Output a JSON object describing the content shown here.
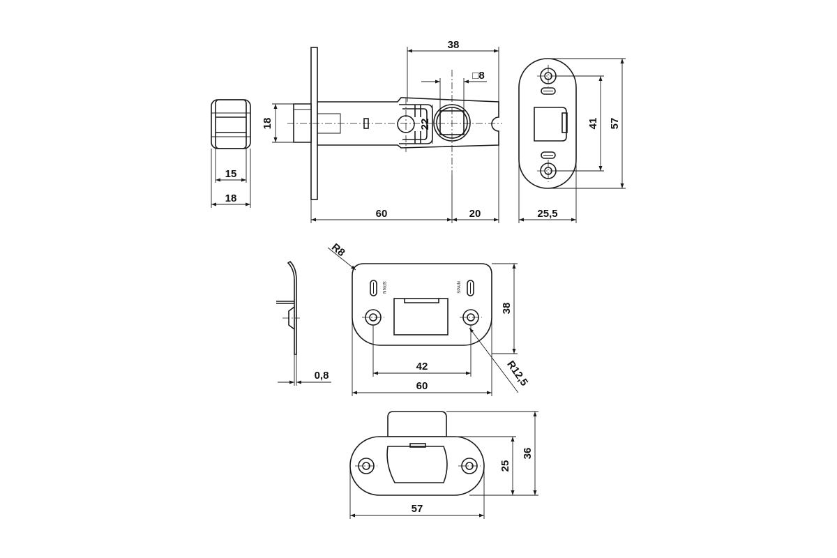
{
  "dimensions": {
    "latch_face_width": "15",
    "latch_face_outer": "18",
    "bolt_height": "18",
    "backset_60": "60",
    "case_tail_20": "20",
    "case_length_38": "38",
    "spindle_square": "□8",
    "spindle_hole_22": "22",
    "faceplate_width": "25,5",
    "faceplate_hole_spacing": "41",
    "faceplate_height": "57",
    "strike_radius_small": "R8",
    "strike_height": "38",
    "strike_hole_spacing": "42",
    "strike_width": "60",
    "strike_radius_large": "R12,5",
    "strike_thickness": "0,8",
    "dust_box_width": "57",
    "dust_box_height": "25",
    "dust_box_overall_height": "36"
  },
  "markings": {
    "country": "SPAIN"
  }
}
